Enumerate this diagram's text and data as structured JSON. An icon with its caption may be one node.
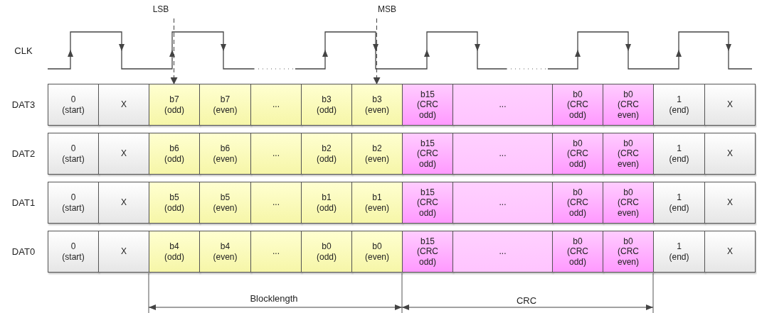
{
  "diagram": {
    "nodes": [
      {
        "text": [
          "LSB"
        ]
      },
      {
        "text": [
          "MSB"
        ]
      },
      {
        "text": [
          "0 (start)"
        ]
      },
      {
        "text": [
          "X"
        ]
      },
      {
        "text": [
          "b7 (odd)"
        ]
      },
      {
        "text": [
          "b7 (even)"
        ]
      },
      {
        "text": [
          "..."
        ]
      },
      {
        "text": [
          "b3 (odd)"
        ]
      },
      {
        "text": [
          "b3 (even)"
        ]
      },
      {
        "text": [
          "b15 (CRC odd)"
        ]
      },
      {
        "text": [
          "..."
        ]
      },
      {
        "text": [
          "b0 (CRC odd)"
        ]
      },
      {
        "text": [
          "b0 (CRC even)"
        ]
      },
      {
        "text": [
          "1 (end)"
        ]
      },
      {
        "text": [
          "X"
        ]
      },
      {
        "text": [
          "0 (start)"
        ]
      },
      {
        "text": [
          "X"
        ]
      },
      {
        "text": [
          "b6 (odd)"
        ]
      },
      {
        "text": [
          "b6 (even)"
        ]
      },
      {
        "text": [
          "..."
        ]
      },
      {
        "text": [
          "b2 (odd)"
        ]
      },
      {
        "text": [
          "b2 (even)"
        ]
      },
      {
        "text": [
          "b15 (CRC odd)"
        ]
      },
      {
        "text": [
          "..."
        ]
      },
      {
        "text": [
          "b0 (CRC odd)"
        ]
      },
      {
        "text": [
          "b0 (CRC even)"
        ]
      },
      {
        "text": [
          "1 (end)"
        ]
      },
      {
        "text": [
          "X"
        ]
      },
      {
        "text": [
          "0 (start)"
        ]
      },
      {
        "text": [
          "X"
        ]
      },
      {
        "text": [
          "b5 (odd)"
        ]
      },
      {
        "text": [
          "b5 (even)"
        ]
      },
      {
        "text": [
          "..."
        ]
      },
      {
        "text": [
          "b1 (odd)"
        ]
      },
      {
        "text": [
          "b1 (even)"
        ]
      },
      {
        "text": [
          "b15 (CRC odd)"
        ]
      },
      {
        "text": [
          "..."
        ]
      },
      {
        "text": [
          "b0 (CRC odd)"
        ]
      },
      {
        "text": [
          "b0 (CRC even)"
        ]
      },
      {
        "text": [
          "1 (end)"
        ]
      },
      {
        "text": [
          "X"
        ]
      },
      {
        "text": [
          "0 (start)"
        ]
      },
      {
        "text": [
          "X"
        ]
      },
      {
        "text": [
          "b4 (odd)"
        ]
      },
      {
        "text": [
          "b4 (even)"
        ]
      },
      {
        "text": [
          "..."
        ]
      },
      {
        "text": [
          "b0 (odd)"
        ]
      },
      {
        "text": [
          "b0 (even)"
        ]
      },
      {
        "text": [
          "b15 (CRC odd)"
        ]
      },
      {
        "text": [
          "..."
        ]
      },
      {
        "text": [
          "b0 (CRC odd)"
        ]
      },
      {
        "text": [
          "b0 (CRC even)"
        ]
      },
      {
        "text": [
          "1 (end)"
        ]
      },
      {
        "text": [
          "X"
        ]
      }
    ],
    "edges": [
      {
        "from": 0,
        "to": 4,
        "arrow": "to",
        "style": "dashed"
      },
      {
        "from": 1,
        "to": 8,
        "arrow": "to",
        "style": "dashed"
      }
    ],
    "labels": [
      "CLK",
      "DAT3",
      "DAT2",
      "DAT1",
      "DAT0",
      "Blocklength",
      "CRC"
    ]
  }
}
